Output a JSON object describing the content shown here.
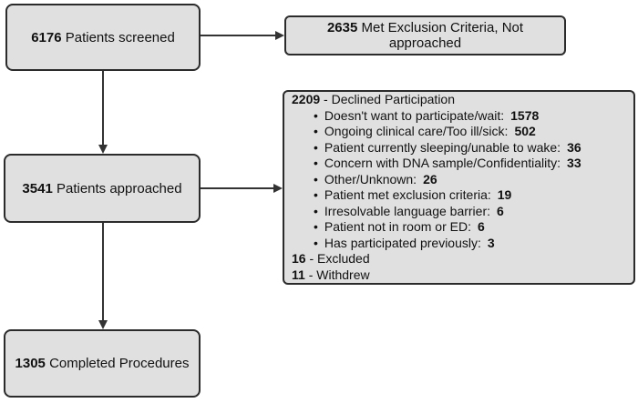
{
  "screened": {
    "number": "6176",
    "label": "Patients screened"
  },
  "excluded": {
    "number": "2635",
    "label": "Met Exclusion Criteria, Not approached"
  },
  "approached": {
    "number": "3541",
    "label": "Patients approached"
  },
  "declined": {
    "number": "2209",
    "label": "- Declined Participation",
    "reasons": [
      {
        "label": "Doesn't want to participate/wait:",
        "value": "1578"
      },
      {
        "label": "Ongoing clinical care/Too ill/sick:",
        "value": "502"
      },
      {
        "label": "Patient currently sleeping/unable to wake:",
        "value": "36"
      },
      {
        "label": "Concern with DNA sample/Confidentiality:",
        "value": "33"
      },
      {
        "label": "Other/Unknown:",
        "value": "26"
      },
      {
        "label": "Patient met exclusion criteria:",
        "value": "19"
      },
      {
        "label": "Irresolvable language barrier:",
        "value": "6"
      },
      {
        "label": "Patient not in room or ED:",
        "value": "6"
      },
      {
        "label": "Has participated previously:",
        "value": "3"
      }
    ],
    "excluded_note": {
      "number": "16",
      "label": "- Excluded"
    },
    "withdrew_note": {
      "number": "11",
      "label": "- Withdrew"
    }
  },
  "completed": {
    "number": "1305",
    "label": "Completed Procedures"
  },
  "colors": {
    "box_fill": "#e0e0e0",
    "box_border": "#2b2b2b",
    "arrow": "#333333"
  }
}
